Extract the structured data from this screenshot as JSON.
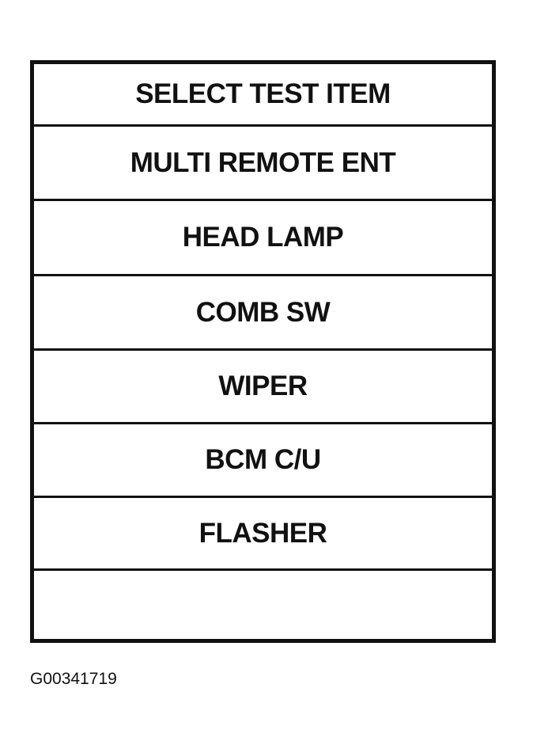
{
  "screen": {
    "title": "SELECT TEST ITEM",
    "items": [
      {
        "label": "MULTI REMOTE ENT"
      },
      {
        "label": "HEAD LAMP"
      },
      {
        "label": "COMB SW"
      },
      {
        "label": "WIPER"
      },
      {
        "label": "BCM C/U"
      },
      {
        "label": "FLASHER"
      },
      {
        "label": ""
      }
    ]
  },
  "figure_id": "G00341719"
}
